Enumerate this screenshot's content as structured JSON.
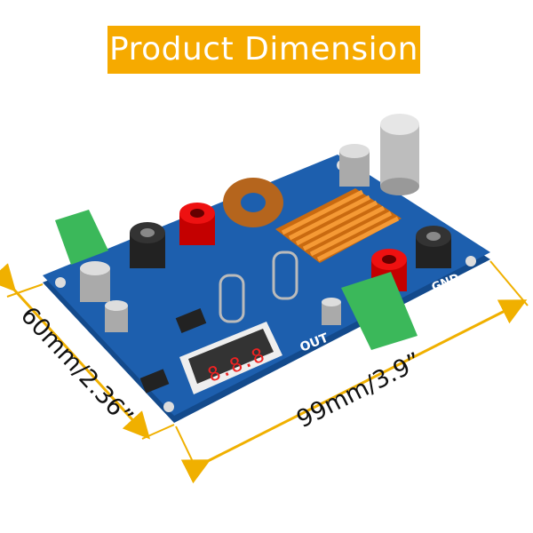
{
  "title": "Product Dimension",
  "dimensions": {
    "width_label": "60mm/2.36”",
    "length_label": "99mm/3.9”"
  },
  "board_markings": {
    "out": "OUT",
    "gnd": "GND"
  },
  "colors": {
    "title_bg": "#f6aa00",
    "dimension_line": "#f0b000",
    "pcb": "#1d5fae",
    "heatsink": "#e8861c",
    "terminal": "#3bb85a"
  }
}
